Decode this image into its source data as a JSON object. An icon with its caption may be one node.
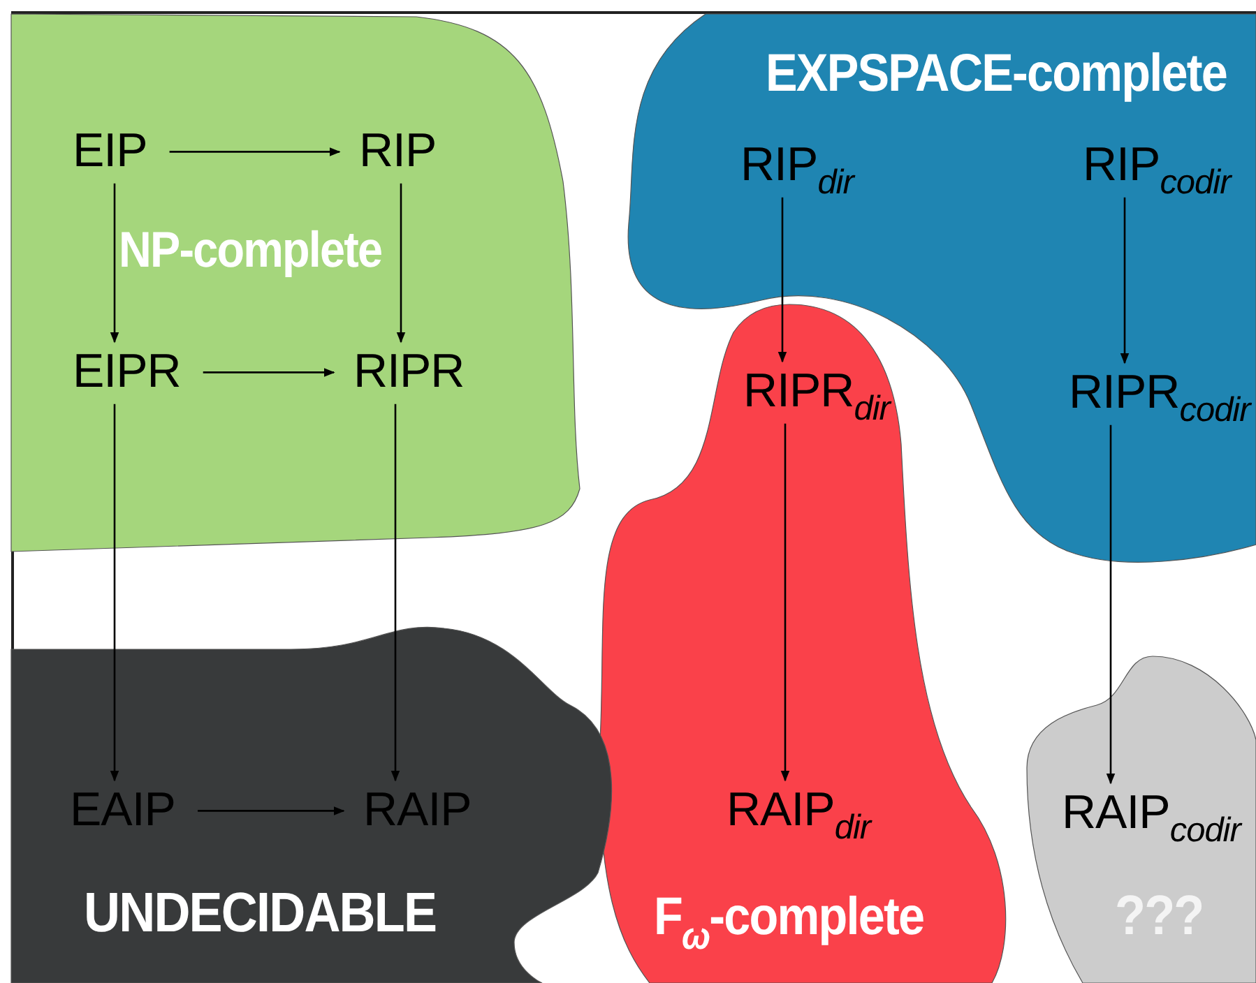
{
  "diagram": {
    "nodes": [
      {
        "text": [
          "NP-complete"
        ]
      },
      {
        "text": [
          "EIP"
        ],
        "in": 0
      },
      {
        "text": [
          "RIP"
        ],
        "in": 0
      },
      {
        "text": [
          "EIPR"
        ],
        "in": 0
      },
      {
        "text": [
          "RIPR"
        ],
        "in": 0
      },
      {
        "text": [
          "EXPSPACE-complete"
        ]
      },
      {
        "text": [
          "RIP$_{dir}$"
        ],
        "in": 5
      },
      {
        "text": [
          "RIP$_{codir}$"
        ],
        "in": 5
      },
      {
        "text": [
          "RIPR$_{codir}$"
        ],
        "in": 5
      },
      {
        "text": [
          "F$_{ω}$-complete"
        ]
      },
      {
        "text": [
          "RIPR$_{dir}$"
        ],
        "in": 9
      },
      {
        "text": [
          "RAIP$_{dir}$"
        ],
        "in": 9
      },
      {
        "text": [
          "UNDECIDABLE"
        ]
      },
      {
        "text": [
          "EAIP"
        ],
        "in": 12
      },
      {
        "text": [
          "RAIP"
        ],
        "in": 12
      },
      {
        "text": [
          "???"
        ]
      },
      {
        "text": [
          "RAIP$_{codir}$"
        ],
        "in": 15
      }
    ],
    "edges": [
      {
        "from": 1,
        "to": 2,
        "arrow": "to"
      },
      {
        "from": 1,
        "to": 3,
        "arrow": "to"
      },
      {
        "from": 2,
        "to": 4,
        "arrow": "to"
      },
      {
        "from": 3,
        "to": 4,
        "arrow": "to"
      },
      {
        "from": 3,
        "to": 13,
        "arrow": "to"
      },
      {
        "from": 4,
        "to": 14,
        "arrow": "to"
      },
      {
        "from": 13,
        "to": 14,
        "arrow": "to"
      },
      {
        "from": 6,
        "to": 10,
        "arrow": "to"
      },
      {
        "from": 7,
        "to": 8,
        "arrow": "to"
      },
      {
        "from": 10,
        "to": 11,
        "arrow": "to"
      },
      {
        "from": 8,
        "to": 16,
        "arrow": "to"
      }
    ]
  }
}
